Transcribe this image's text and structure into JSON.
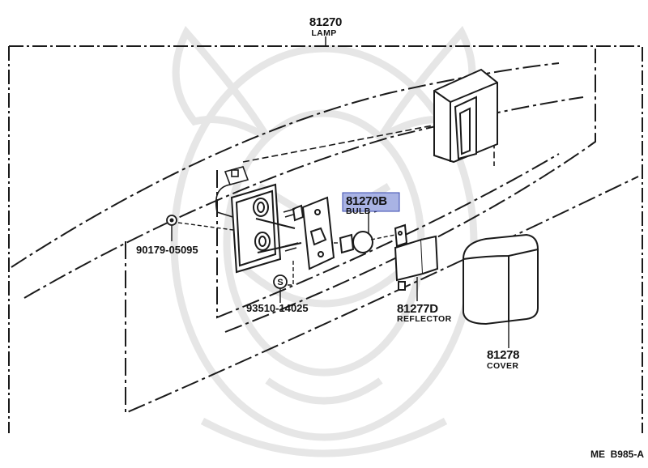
{
  "diagram": {
    "parts": [
      {
        "id": "lamp",
        "number": "81270",
        "name": "LAMP"
      },
      {
        "id": "bulb",
        "number": "81270B",
        "name": "BULB",
        "highlighted": true
      },
      {
        "id": "screw",
        "number": "90179-05095",
        "name": ""
      },
      {
        "id": "nut",
        "number": "93510-14025",
        "name": ""
      },
      {
        "id": "reflector",
        "number": "81277D",
        "name": "REFLECTOR"
      },
      {
        "id": "cover",
        "number": "81278",
        "name": "COVER"
      }
    ],
    "reference_code": "ME  B985-A",
    "colors": {
      "line": "#1a1a1a",
      "highlight_fill": "#a9b3e4",
      "highlight_border": "#3a4bb0",
      "watermark": "#e6e6e6"
    },
    "icons": {
      "screw_symbol": "screw-head-icon",
      "nut_symbol": "nut-s-icon"
    }
  }
}
